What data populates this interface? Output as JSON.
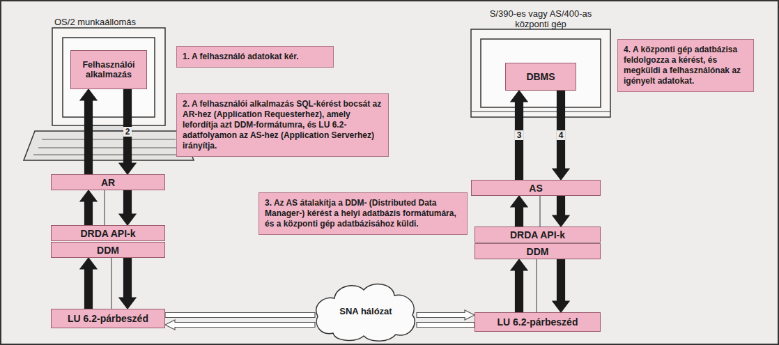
{
  "diagram": {
    "nodes": [
      {
        "text": [
          "1. A felhasználó adatokat kér."
        ]
      },
      {
        "text": [
          "Felhasználói alkalmazás"
        ]
      },
      {
        "text": [
          "AR"
        ]
      },
      {
        "text": [
          "DRDA API-k"
        ]
      },
      {
        "text": [
          "DDM"
        ]
      },
      {
        "text": [
          "LU 6.2-párbeszéd"
        ]
      },
      {
        "text": [
          "2. A felhasználói alkalmazás SQL-kérést bocsát az AR-hez (Application Requesterhez), amely lefordítja azt DDM-formátumra, és LU 6.2-adatfolyamon az AS-hez (Application Serverhez) irányítja."
        ]
      },
      {
        "text": [
          "3. Az AS átalakítja a DDM- (Distributed Data Manager-) kérést a helyi adatbázis formátumára, és a központi gép adatbázisához küldi."
        ]
      },
      {
        "text": [
          "SNA hálózat"
        ]
      },
      {
        "text": [
          "DBMS"
        ]
      },
      {
        "text": [
          "4. A központi gép adatbázisa feldolgozza a kérést, és megküldi a felhasználónak az igényelt adatokat."
        ]
      },
      {
        "text": [
          "AS"
        ]
      },
      {
        "text": [
          "DRDA API-k"
        ]
      },
      {
        "text": [
          "DDM"
        ]
      },
      {
        "text": [
          "LU 6.2-párbeszéd"
        ]
      }
    ],
    "edges": [
      {
        "from": 1,
        "to": 2,
        "label": "2",
        "arrow": "to"
      },
      {
        "from": 2,
        "to": 1,
        "arrow": "to"
      },
      {
        "from": 3,
        "to": 2,
        "arrow": "to"
      },
      {
        "from": 2,
        "to": 3,
        "arrow": "to"
      },
      {
        "from": 5,
        "to": 4,
        "arrow": "to"
      },
      {
        "from": 4,
        "to": 5,
        "arrow": "to"
      },
      {
        "from": 5,
        "to": 8,
        "arrow": "none"
      },
      {
        "from": 8,
        "to": 14,
        "arrow": "to"
      },
      {
        "from": 14,
        "to": 8,
        "arrow": "none"
      },
      {
        "from": 8,
        "to": 5,
        "arrow": "to"
      },
      {
        "from": 14,
        "to": 13,
        "arrow": "to"
      },
      {
        "from": 13,
        "to": 14,
        "arrow": "to"
      },
      {
        "from": 12,
        "to": 11,
        "arrow": "to"
      },
      {
        "from": 11,
        "to": 12,
        "arrow": "to"
      },
      {
        "from": 11,
        "to": 9,
        "label": "3",
        "arrow": "to"
      },
      {
        "from": 9,
        "to": 11,
        "label": "4",
        "arrow": "to"
      }
    ],
    "labels": [
      "OS/2 munkaállomás",
      "S/390-es vagy AS/400-as központi gép"
    ]
  }
}
